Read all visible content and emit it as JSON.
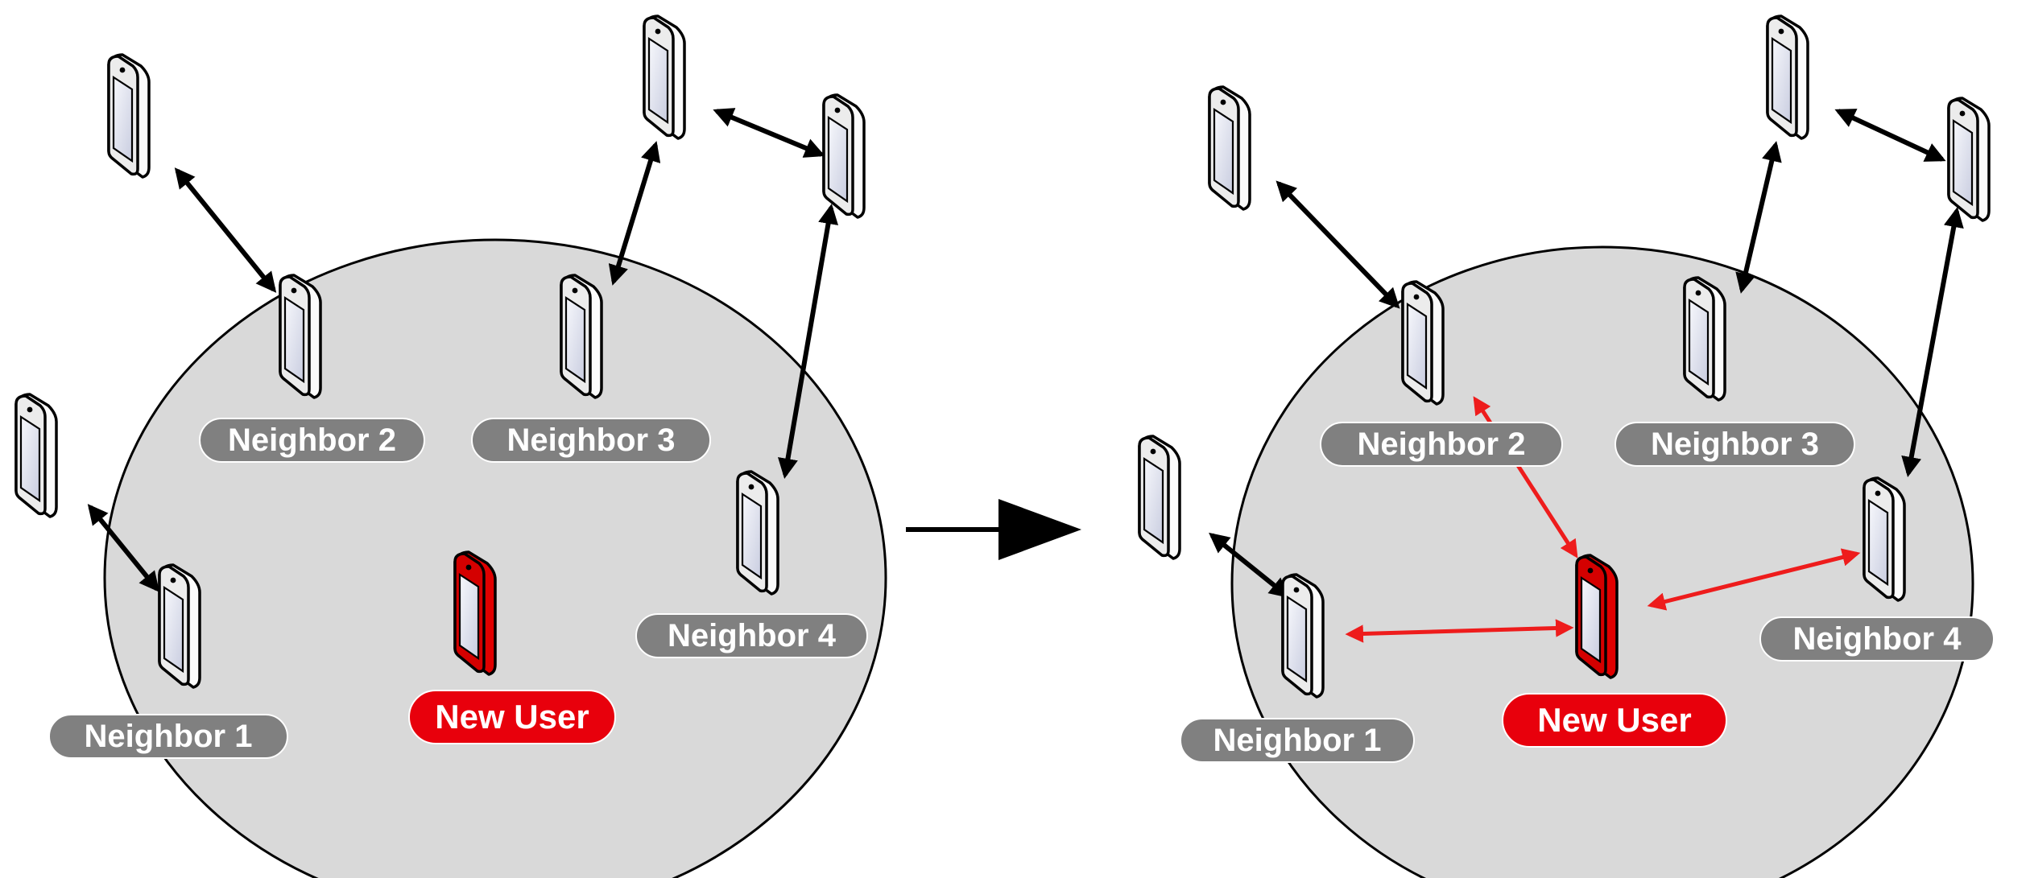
{
  "colors": {
    "cell": "#d9d9d9",
    "cell_stroke": "#000000",
    "device_body": "#f2f2f2",
    "device_screen": "#eef0f8",
    "new_user_body": "#e00000",
    "neighbor_label_bg": "#808080",
    "new_user_label_bg": "#e8000c",
    "label_text": "#ffffff",
    "existing_link": "#000000",
    "new_link": "#ee1c1c",
    "transition_arrow": "#000000"
  },
  "icons": {
    "device": "mobile-device-icon",
    "transition": "right-arrow-icon"
  },
  "panels": [
    {
      "name": "before",
      "labels": {
        "neighbor_1": "Neighbor 1",
        "neighbor_2": "Neighbor 2",
        "neighbor_3": "Neighbor 3",
        "neighbor_4": "Neighbor 4",
        "new_user": "New User"
      }
    },
    {
      "name": "after",
      "labels": {
        "neighbor_1": "Neighbor 1",
        "neighbor_2": "Neighbor 2",
        "neighbor_3": "Neighbor 3",
        "neighbor_4": "Neighbor 4",
        "new_user": "New User"
      }
    }
  ]
}
